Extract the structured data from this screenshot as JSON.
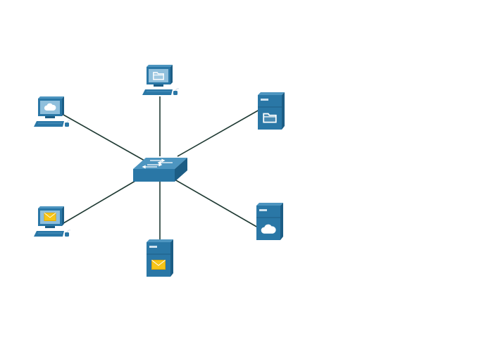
{
  "diagram": {
    "type": "network-topology",
    "colors": {
      "device_main": "#2a77a6",
      "device_dark": "#1c5d85",
      "device_light": "#4d95c0",
      "screen": "#8fbfdc",
      "link": "#1f3a33",
      "mail": "#f5c518",
      "icon_white": "#ffffff"
    },
    "hub": {
      "id": "switch",
      "kind": "switch",
      "label": ""
    },
    "nodes": [
      {
        "id": "pc-ftp",
        "kind": "pc",
        "service": "folder",
        "label": ""
      },
      {
        "id": "pc-web",
        "kind": "pc",
        "service": "cloud",
        "label": ""
      },
      {
        "id": "server-ftp",
        "kind": "server",
        "service": "folder",
        "label": ""
      },
      {
        "id": "pc-mail",
        "kind": "pc",
        "service": "mail",
        "label": ""
      },
      {
        "id": "server-mail",
        "kind": "server",
        "service": "mail",
        "label": ""
      },
      {
        "id": "server-web",
        "kind": "server",
        "service": "cloud",
        "label": ""
      }
    ],
    "links": [
      {
        "from": "switch",
        "to": "pc-ftp"
      },
      {
        "from": "switch",
        "to": "pc-web"
      },
      {
        "from": "switch",
        "to": "server-ftp"
      },
      {
        "from": "switch",
        "to": "pc-mail"
      },
      {
        "from": "switch",
        "to": "server-mail"
      },
      {
        "from": "switch",
        "to": "server-web"
      }
    ]
  }
}
